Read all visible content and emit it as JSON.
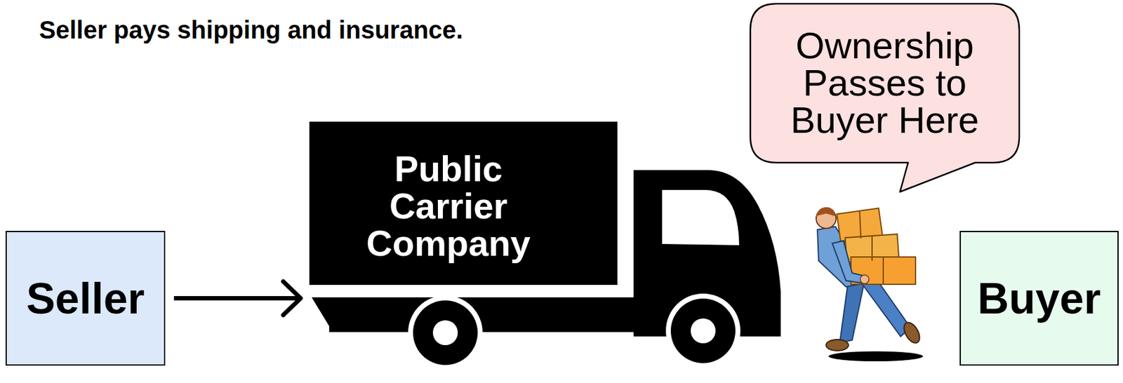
{
  "diagram": {
    "title": "Seller pays shipping and insurance.",
    "nodes": [
      {
        "text": [
          "Seller"
        ]
      },
      {
        "text": [
          "Public Carrier Company"
        ]
      },
      {
        "text": [
          "Ownership Passes to Buyer Here"
        ]
      },
      {
        "text": [
          "Buyer"
        ]
      }
    ],
    "edges": [
      {
        "from": 0,
        "to": 1,
        "arrow": "to"
      }
    ]
  }
}
